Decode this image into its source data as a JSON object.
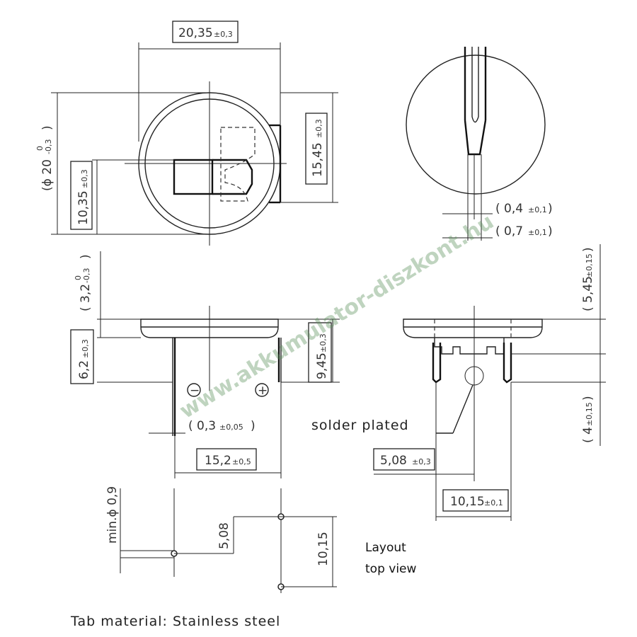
{
  "dimensions": {
    "width_top": {
      "value": "20,35",
      "tol": "±0,3"
    },
    "diameter": {
      "value": "(ϕ 20",
      "sup": "0",
      "sub": "-0,3",
      "close": ")"
    },
    "tab_offset": {
      "value": "10,35",
      "tol": "±0,3"
    },
    "tab_height": {
      "value": "15,45",
      "tol": "±0,3"
    },
    "lead_width": {
      "value": "( 0,4",
      "tol": "±0,1",
      "close": ")"
    },
    "lead_span": {
      "value": "( 0,7",
      "tol": "±0,1",
      "close": ")"
    },
    "body_height": {
      "value": "( 3,2",
      "sup": "0",
      "sub": "-0,3",
      "close": ")"
    },
    "pin_height": {
      "value": "6,2",
      "tol": "±0,3"
    },
    "total_height": {
      "value": "9,45",
      "tol": "±0,3"
    },
    "side_height": {
      "value": "( 5,45",
      "tol": "±0,15",
      "close": ")"
    },
    "pin_len": {
      "value": "( 4",
      "tol": "±0,15",
      "close": ")"
    },
    "thickness": {
      "value": "( 0,3",
      "tol": "±0,05",
      "close": ")"
    },
    "tab_width": {
      "value": "15,2",
      "tol": "±0,5"
    },
    "pitch_small": {
      "value": "5,08",
      "tol": "±0,3"
    },
    "pitch_large": {
      "value": "10,15",
      "tol": "±0,1"
    },
    "hole": {
      "value": "min.ϕ 0,9"
    },
    "layout_pitch_small": {
      "value": "5,08"
    },
    "layout_pitch_large": {
      "value": "10,15"
    }
  },
  "labels": {
    "minus": "−",
    "plus": "+",
    "solder": "solder plated",
    "layout_line1": "Layout",
    "layout_line2": "top view",
    "material": "Tab material: Stainless steel",
    "watermark": "www.akkumulator-diszkont.hu"
  }
}
